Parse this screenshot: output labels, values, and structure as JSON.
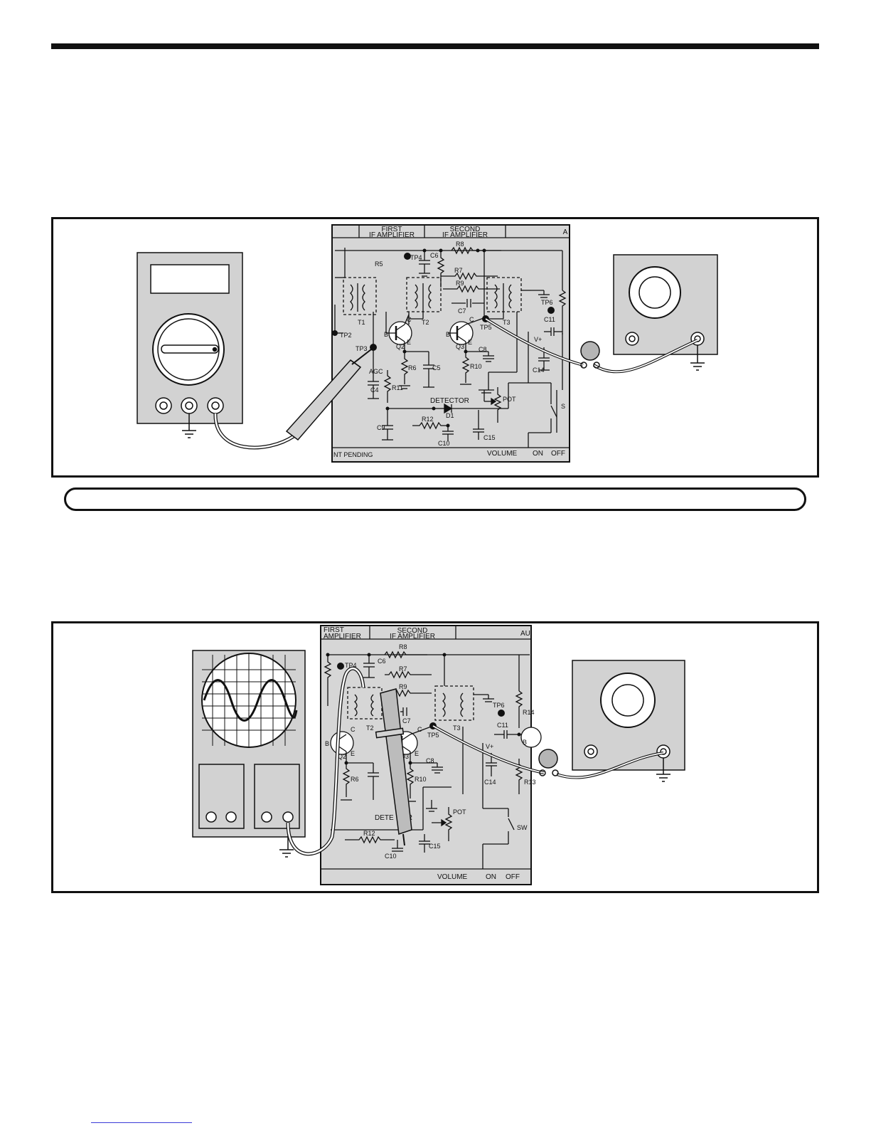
{
  "figure1": {
    "headers": [
      "FIRST",
      "IF AMPLIFIER",
      "SECOND",
      "IF AMPLIFIER",
      "A"
    ],
    "labels": {
      "tp4": "TP4",
      "r5": "R5",
      "c6": "C6",
      "r8": "R8",
      "r7": "R7",
      "r9": "R9",
      "c7": "C7",
      "t1": "T1",
      "t2": "T2",
      "t3": "T3",
      "tp2": "TP2",
      "tp3": "TP3",
      "tp5": "TP5",
      "tp6": "TP6",
      "q2": "Q2",
      "q3": "Q3",
      "b1": "B",
      "c1": "C",
      "e1": "E",
      "b2": "B",
      "c2": "C",
      "e2": "E",
      "agc": "AGC",
      "c4": "C4",
      "r11": "R11",
      "r6": "R6",
      "c5": "C5",
      "r10": "R10",
      "c8": "C8",
      "c11": "C11",
      "vplus": "V+",
      "c14": "C14",
      "detector": "DETECTOR",
      "r12": "R12",
      "d1": "D1",
      "c9": "C9",
      "c10": "C10",
      "c15": "C15",
      "pot": "POT",
      "sw": "S",
      "patent": "NT PENDING",
      "volume": "VOLUME",
      "on": "ON",
      "off": "OFF"
    }
  },
  "figure2": {
    "headers": [
      "FIRST",
      "AMPLIFIER",
      "SECOND",
      "IF AMPLIFIER",
      "AU"
    ],
    "labels": {
      "tp4": "TP4",
      "c6": "C6",
      "r8": "R8",
      "r7": "R7",
      "r9": "R9",
      "c7": "C7",
      "t2": "T2",
      "t3": "T3",
      "tp5": "TP5",
      "tp6": "TP6",
      "r14": "R14",
      "c11": "C11",
      "vplus": "V+",
      "q2": "Q2",
      "q3": "Q3",
      "b1": "B",
      "c1": "C",
      "e1": "E",
      "b2": "B",
      "c2": "C",
      "e2": "E",
      "b3": "B",
      "r6": "R6",
      "r10": "R10",
      "c8": "C8",
      "c14": "C14",
      "r13": "R13",
      "detector": "DETE",
      "detector2": "OR",
      "pot": "POT",
      "c15": "C15",
      "sw": "SW",
      "r12": "R12",
      "c10": "C10",
      "volume": "VOLUME",
      "on": "ON",
      "off": "OFF"
    }
  }
}
